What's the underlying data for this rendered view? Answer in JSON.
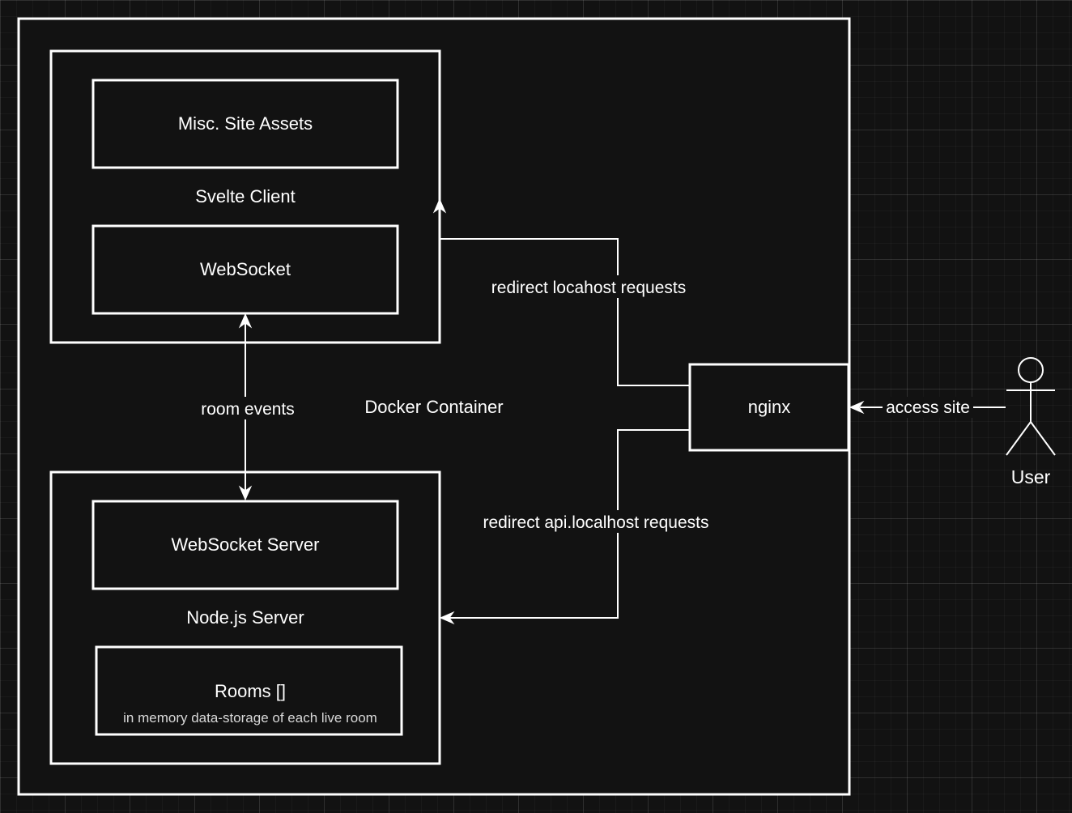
{
  "diagram": {
    "nodes": {
      "docker_container": "Docker Container",
      "svelte_client": "Svelte Client",
      "misc_site_assets": "Misc. Site Assets",
      "websocket": "WebSocket",
      "nodejs_server": "Node.js Server",
      "websocket_server": "WebSocket Server",
      "rooms": "Rooms []",
      "rooms_note": "in memory data-storage of each live room",
      "nginx": "nginx",
      "user": "User"
    },
    "edges": {
      "room_events": "room events",
      "redirect_localhost": "redirect locahost requests",
      "redirect_api": "redirect api.localhost requests",
      "access_site": "access site"
    }
  }
}
